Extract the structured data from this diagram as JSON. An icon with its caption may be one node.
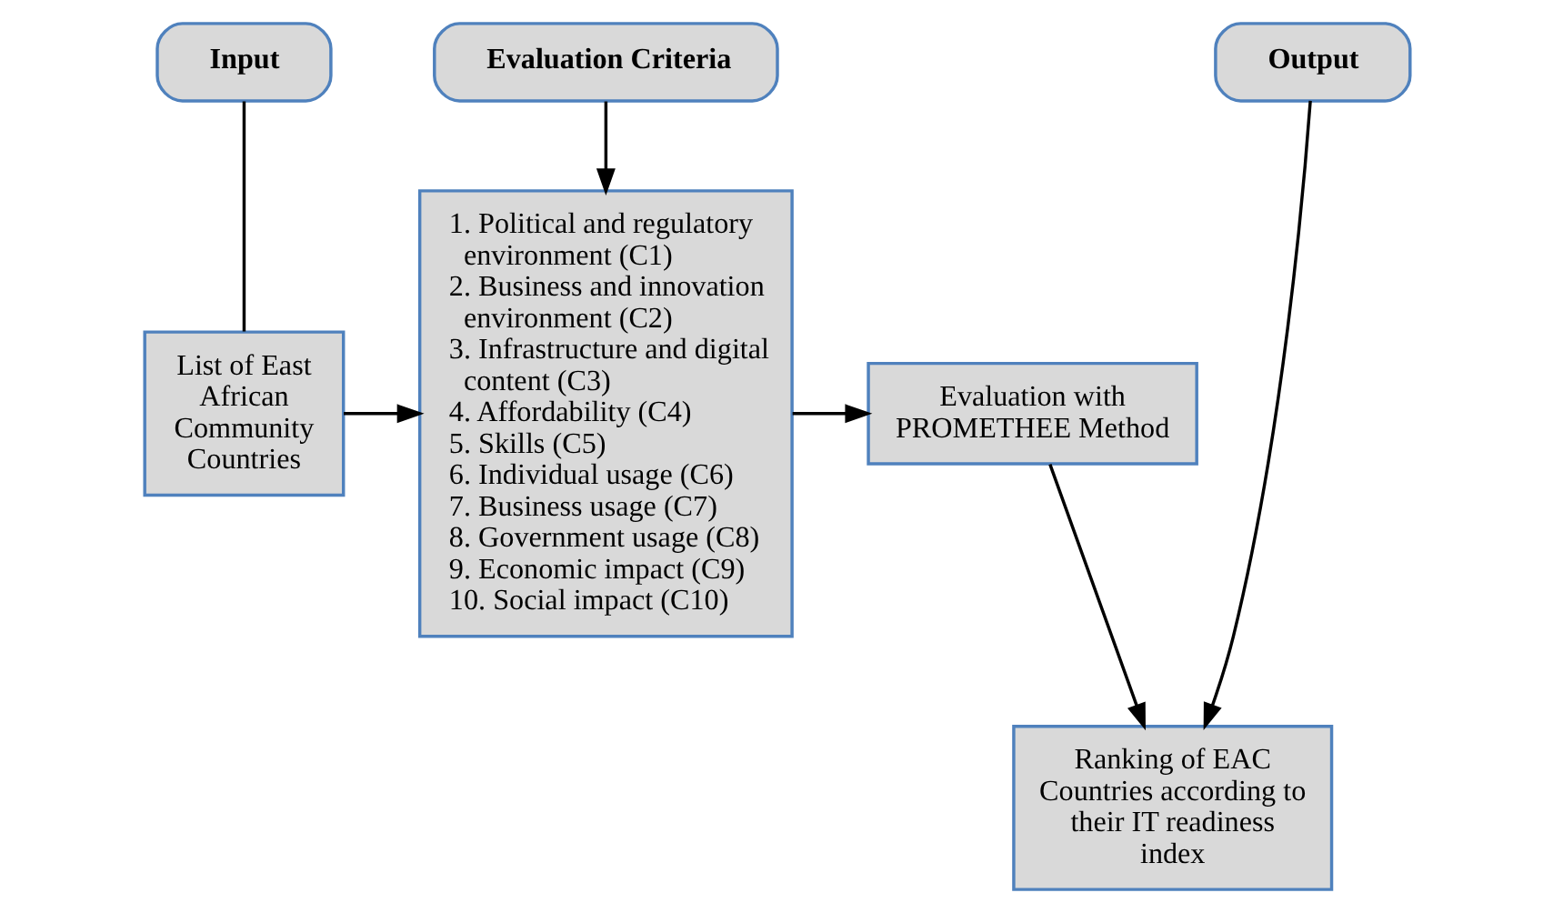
{
  "diagram": {
    "nodes": [
      {
        "text": [
          "Input"
        ]
      },
      {
        "text": [
          "Evaluation Criteria"
        ]
      },
      {
        "text": [
          "Output"
        ]
      },
      {
        "text": [
          "1. Political and regulatory environment (C1)",
          "2. Business and innovation environment (C2)",
          "3. Infrastructure and digital content (C3)",
          "4. Affordability (C4)",
          "5. Skills (C5)",
          "6. Individual usage (C6)",
          "7. Business usage (C7)",
          "8. Government usage (C8)",
          "9. Economic impact (C9)",
          "10. Social impact (C10)"
        ]
      },
      {
        "text": [
          "List of East African Community Countries"
        ]
      },
      {
        "text": [
          "Evaluation with PROMETHEE Method"
        ]
      },
      {
        "text": [
          "Ranking of EAC Countries according to their IT readiness index"
        ]
      }
    ],
    "edges": [
      {
        "from": 0,
        "to": 4,
        "arrow": "none"
      },
      {
        "from": 1,
        "to": 3,
        "arrow": "to"
      },
      {
        "from": 4,
        "to": 3,
        "arrow": "to"
      },
      {
        "from": 3,
        "to": 5,
        "arrow": "to"
      },
      {
        "from": 5,
        "to": 6,
        "arrow": "to"
      },
      {
        "from": 2,
        "to": 6,
        "arrow": "to"
      }
    ]
  }
}
